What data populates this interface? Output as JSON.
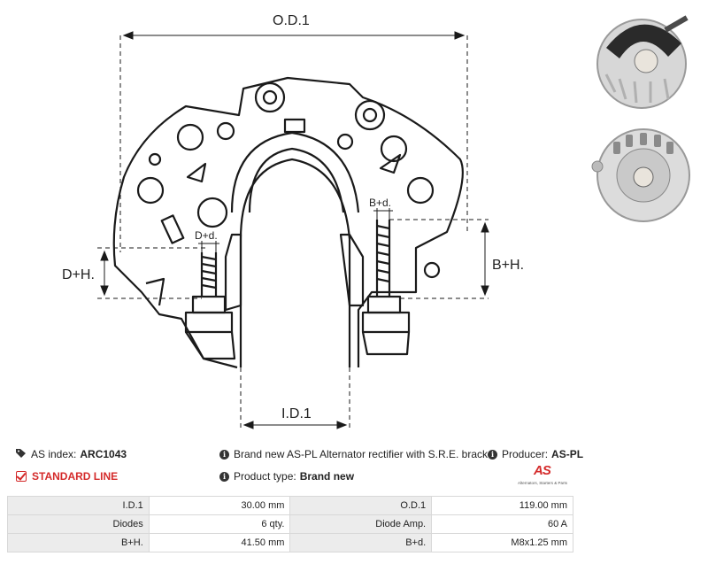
{
  "drawing": {
    "label_od": "O.D.1",
    "label_id": "I.D.1",
    "label_dh": "D+H.",
    "label_bh": "B+H.",
    "label_dd": "D+d.",
    "label_bd": "B+d."
  },
  "info": {
    "as_index_label": "AS index:",
    "as_index_value": "ARC1043",
    "line_label": "STANDARD LINE",
    "description": "Brand new AS-PL Alternator rectifier with S.R.E. bracket",
    "product_type_label": "Product type:",
    "product_type_value": "Brand new",
    "producer_label": "Producer:",
    "producer_value": "AS-PL"
  },
  "logo": {
    "mark": "AS",
    "tagline": "Alternators, Starters & Parts"
  },
  "specs": [
    [
      "I.D.1",
      "30.00 mm",
      "O.D.1",
      "119.00 mm"
    ],
    [
      "Diodes",
      "6 qty.",
      "Diode Amp.",
      "60 A"
    ],
    [
      "B+H.",
      "41.50 mm",
      "B+d.",
      "M8x1.25 mm"
    ]
  ],
  "colors": {
    "accent": "#d42a2a",
    "label_bg": "#ececec",
    "border": "#d8d8d8"
  }
}
